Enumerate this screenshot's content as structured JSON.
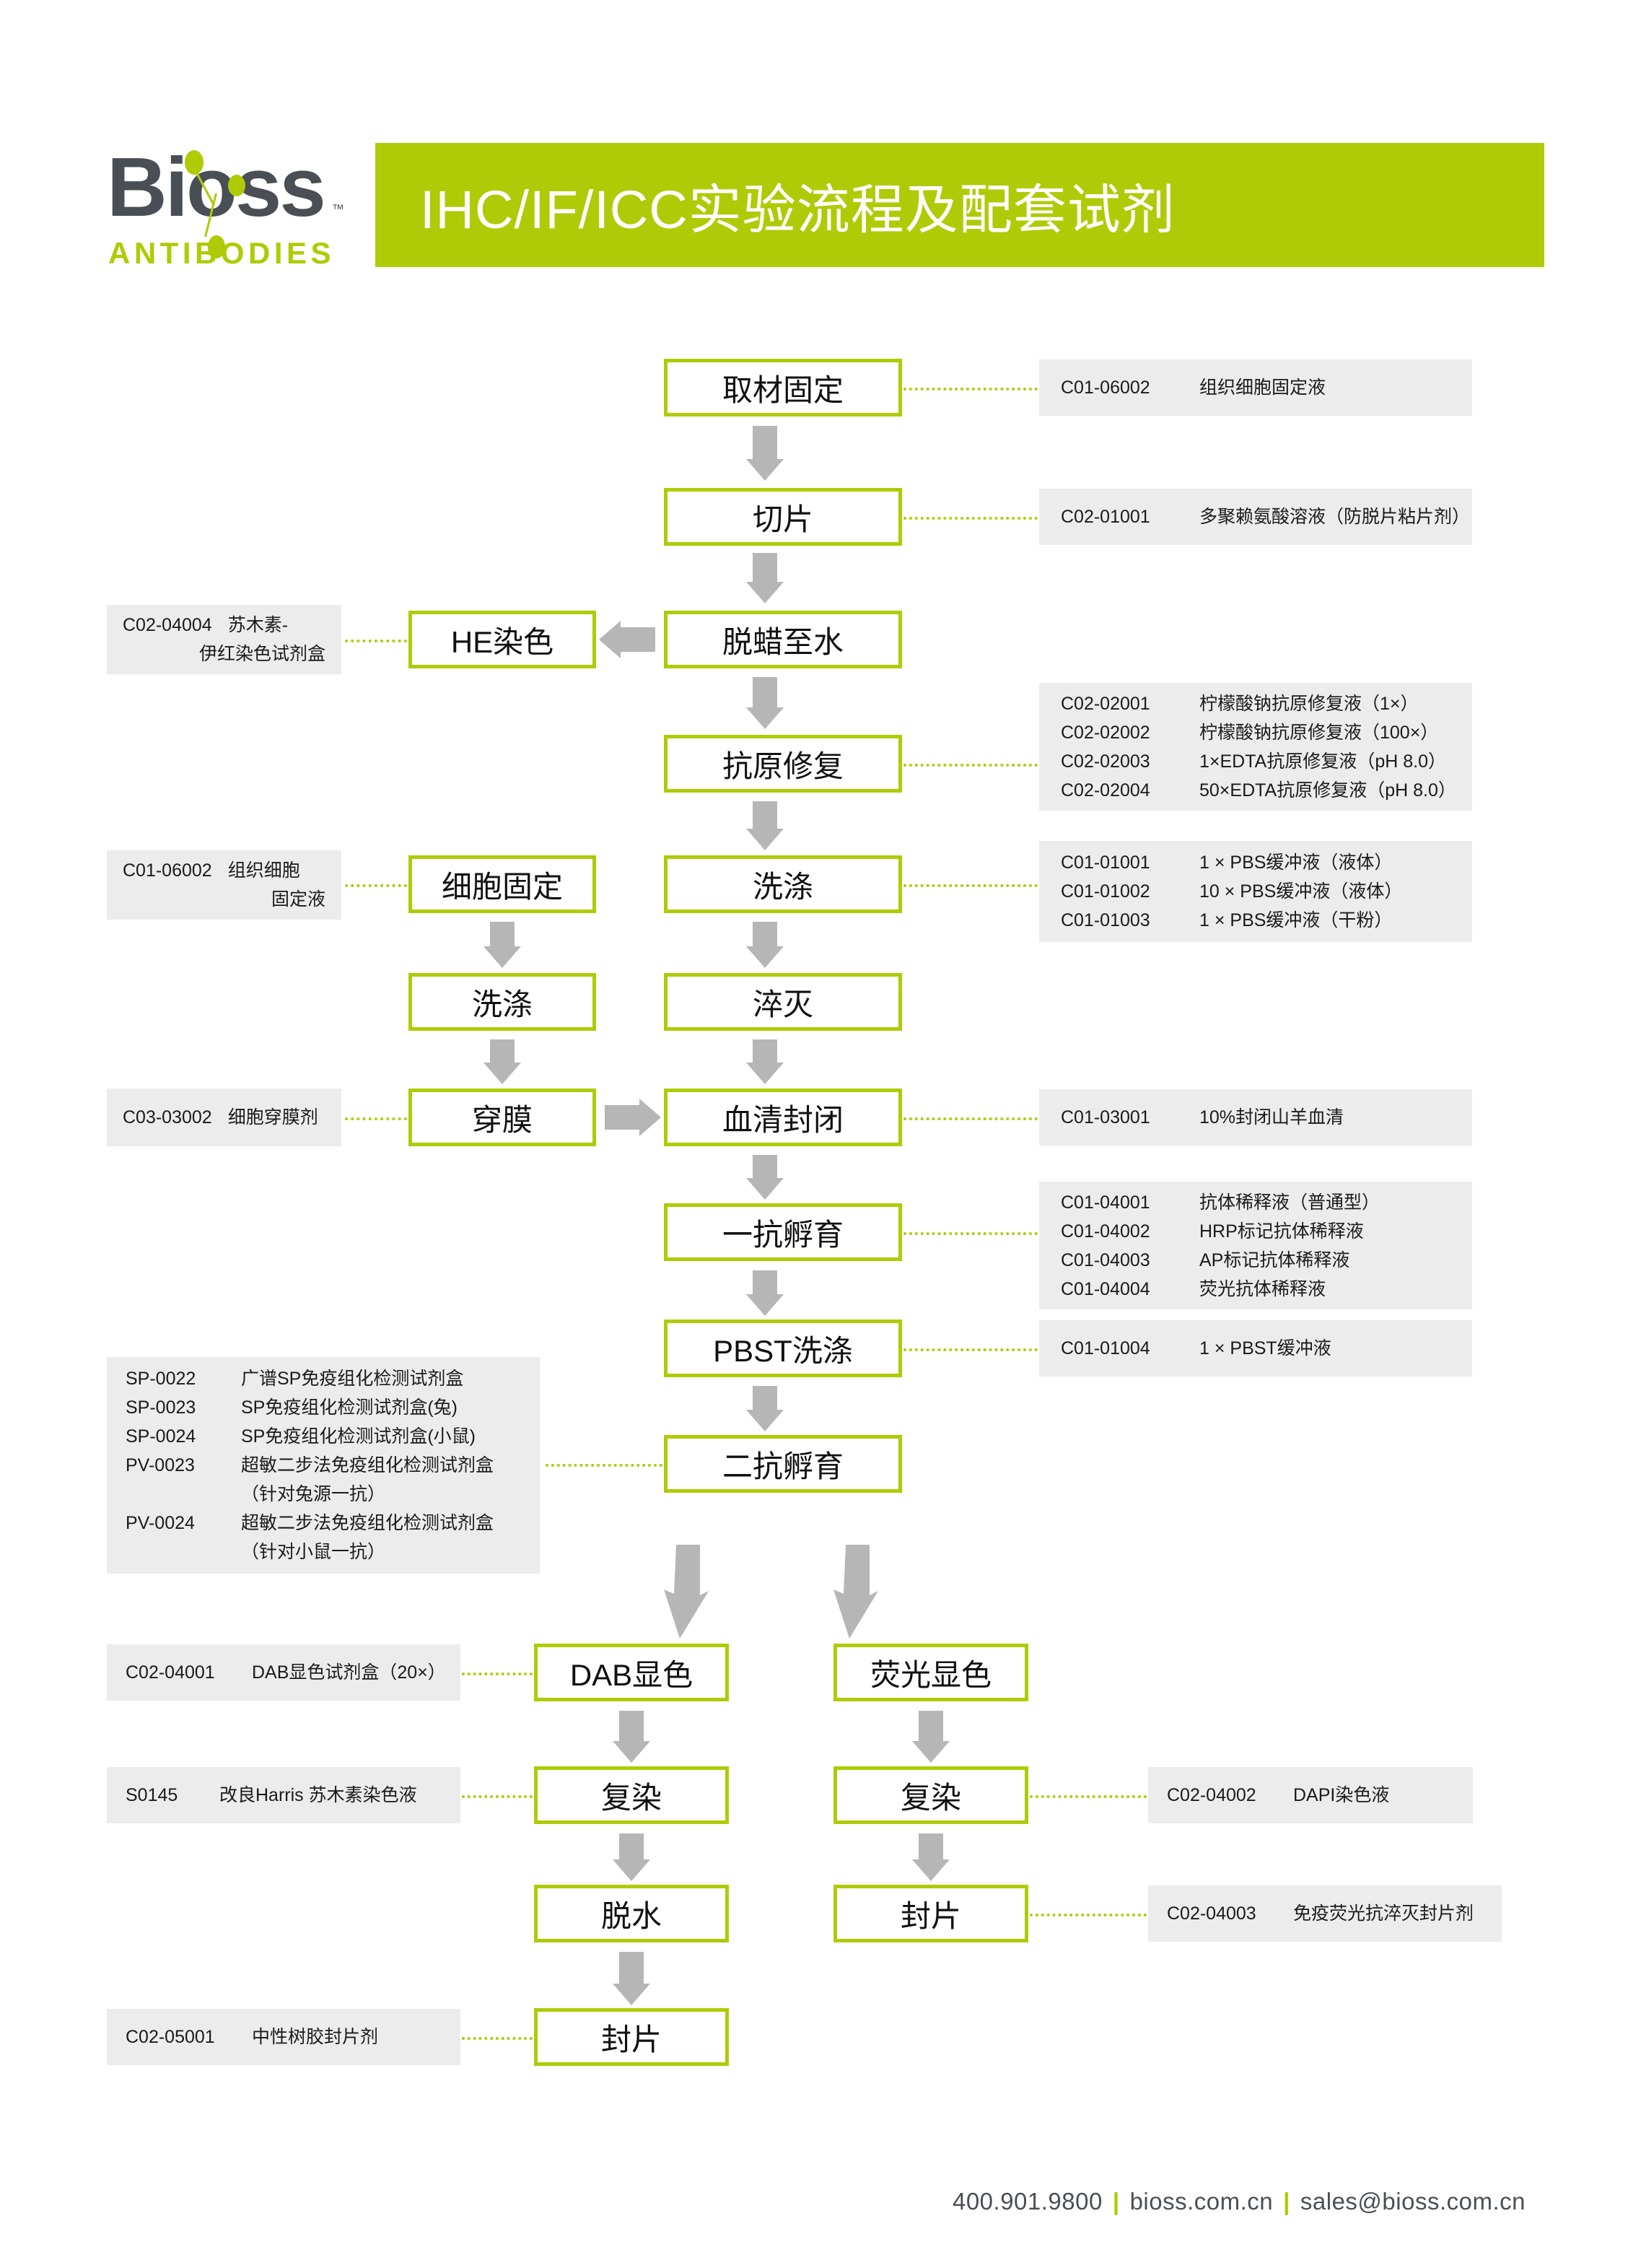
{
  "brand": {
    "name": "Bioss",
    "tagline": "ANTIBODIES",
    "tm": "™",
    "accent_color": "#AFCB07",
    "dark_color": "#4A4F55"
  },
  "header": {
    "title": "IHC/IF/ICC实验流程及配套试剂"
  },
  "flow": {
    "main": [
      {
        "label": "取材固定"
      },
      {
        "label": "切片"
      },
      {
        "label": "脱蜡至水"
      },
      {
        "label": "抗原修复"
      },
      {
        "label": "洗涤"
      },
      {
        "label": "淬灭"
      },
      {
        "label": "血清封闭"
      },
      {
        "label": "一抗孵育"
      },
      {
        "label": "PBST洗涤"
      },
      {
        "label": "二抗孵育"
      }
    ],
    "left_branch": [
      {
        "label": "HE染色"
      },
      {
        "label": "细胞固定"
      },
      {
        "label": "洗涤"
      },
      {
        "label": "穿膜"
      }
    ],
    "dab_column": [
      {
        "label": "DAB显色"
      },
      {
        "label": "复染"
      },
      {
        "label": "脱水"
      },
      {
        "label": "封片"
      }
    ],
    "fluor_column": [
      {
        "label": "荧光显色"
      },
      {
        "label": "复染"
      },
      {
        "label": "封片"
      }
    ]
  },
  "reagents": {
    "fixation": [
      {
        "code": "C01-06002",
        "name": "组织细胞固定液"
      }
    ],
    "sectioning": [
      {
        "code": "C02-01001",
        "name": "多聚赖氨酸溶液（防脱片粘片剂）"
      }
    ],
    "he_stain": {
      "code": "C02-04004",
      "name_line1": "苏木素-",
      "name_line2": "伊红染色试剂盒"
    },
    "antigen_retrieval": [
      {
        "code": "C02-02001",
        "name": "柠檬酸钠抗原修复液（1×）"
      },
      {
        "code": "C02-02002",
        "name": "柠檬酸钠抗原修复液（100×）"
      },
      {
        "code": "C02-02003",
        "name": "1×EDTA抗原修复液（pH 8.0）"
      },
      {
        "code": "C02-02004",
        "name": "50×EDTA抗原修复液（pH 8.0）"
      }
    ],
    "cell_fixation": {
      "code": "C01-06002",
      "name_line1": "组织细胞",
      "name_line2": "固定液"
    },
    "wash_pbs": [
      {
        "code": "C01-01001",
        "name": "1 × PBS缓冲液（液体）"
      },
      {
        "code": "C01-01002",
        "name": "10 × PBS缓冲液（液体）"
      },
      {
        "code": "C01-01003",
        "name": "1 × PBS缓冲液（干粉）"
      }
    ],
    "permeabilization": [
      {
        "code": "C03-03002",
        "name": "细胞穿膜剂"
      }
    ],
    "serum_block": [
      {
        "code": "C01-03001",
        "name": "10%封闭山羊血清"
      }
    ],
    "antibody_diluent": [
      {
        "code": "C01-04001",
        "name": "抗体稀释液（普通型）"
      },
      {
        "code": "C01-04002",
        "name": "HRP标记抗体稀释液"
      },
      {
        "code": "C01-04003",
        "name": "AP标记抗体稀释液"
      },
      {
        "code": "C01-04004",
        "name": "荧光抗体稀释液"
      }
    ],
    "pbst_wash": [
      {
        "code": "C01-01004",
        "name": "1 × PBST缓冲液"
      }
    ],
    "secondary_kits": [
      {
        "code": "SP-0022",
        "name": "广谱SP免疫组化检测试剂盒",
        "name2": ""
      },
      {
        "code": "SP-0023",
        "name": "SP免疫组化检测试剂盒(兔)",
        "name2": ""
      },
      {
        "code": "SP-0024",
        "name": "SP免疫组化检测试剂盒(小鼠)",
        "name2": ""
      },
      {
        "code": "PV-0023",
        "name": "超敏二步法免疫组化检测试剂盒",
        "name2": "（针对兔源一抗）"
      },
      {
        "code": "PV-0024",
        "name": "超敏二步法免疫组化检测试剂盒",
        "name2": "（针对小鼠一抗）"
      }
    ],
    "dab": [
      {
        "code": "C02-04001",
        "name": "DAB显色试剂盒（20×）"
      }
    ],
    "hematoxylin": [
      {
        "code": "S0145",
        "name": "改良Harris 苏木素染色液"
      }
    ],
    "dapi": [
      {
        "code": "C02-04002",
        "name": "DAPI染色液"
      }
    ],
    "antifade": [
      {
        "code": "C02-04003",
        "name": "免疫荧光抗淬灭封片剂"
      }
    ],
    "neutral_resin": [
      {
        "code": "C02-05001",
        "name": "中性树胶封片剂"
      }
    ]
  },
  "footer": {
    "phone": "400.901.9800",
    "website": "bioss.com.cn",
    "email": "sales@bioss.com.cn",
    "sep": "|"
  }
}
